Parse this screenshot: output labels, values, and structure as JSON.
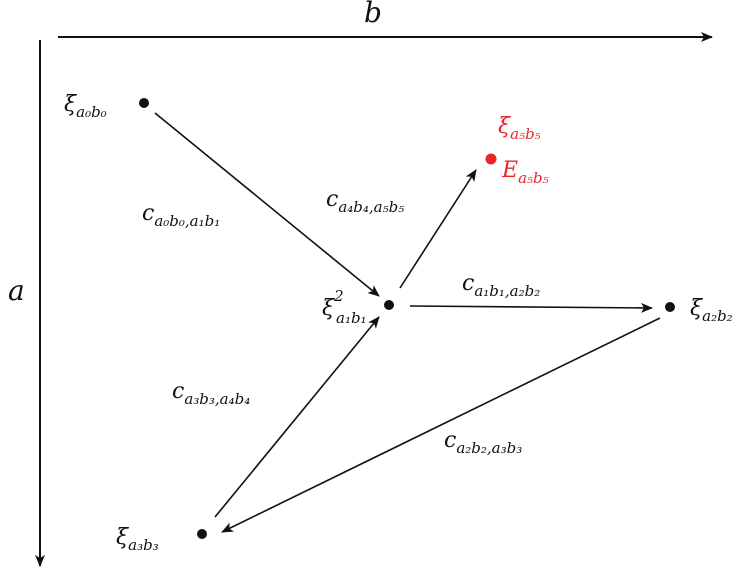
{
  "axes": {
    "horizontal_label": "b",
    "vertical_label": "a"
  },
  "nodes": [
    {
      "id": "n00",
      "base": "ξ",
      "sub": "a₀b₀",
      "sup": "",
      "color": "#111111"
    },
    {
      "id": "n11",
      "base": "ξ",
      "sub": "a₁b₁",
      "sup": "2",
      "color": "#111111"
    },
    {
      "id": "n22",
      "base": "ξ",
      "sub": "a₂b₂",
      "sup": "",
      "color": "#111111"
    },
    {
      "id": "n33",
      "base": "ξ",
      "sub": "a₃b₃",
      "sup": "",
      "color": "#111111"
    },
    {
      "id": "n55",
      "base": "ξ",
      "sub": "a₅b₅",
      "sup": "",
      "color": "#e8262a",
      "extra_base": "E",
      "extra_sub": "a₅b₅"
    }
  ],
  "edges": [
    {
      "from": "n00",
      "to": "n11",
      "base": "c",
      "sub": "a₀b₀,a₁b₁"
    },
    {
      "from": "n11",
      "to": "n22",
      "base": "c",
      "sub": "a₁b₁,a₂b₂"
    },
    {
      "from": "n22",
      "to": "n33",
      "base": "c",
      "sub": "a₂b₂,a₃b₃"
    },
    {
      "from": "n33",
      "to": "n11",
      "base": "c",
      "sub": "a₃b₃,a₄b₄"
    },
    {
      "from": "n11",
      "to": "n55",
      "base": "c",
      "sub": "a₄b₄,a₅b₅"
    }
  ],
  "colors": {
    "ink": "#111111",
    "highlight": "#e8262a"
  }
}
